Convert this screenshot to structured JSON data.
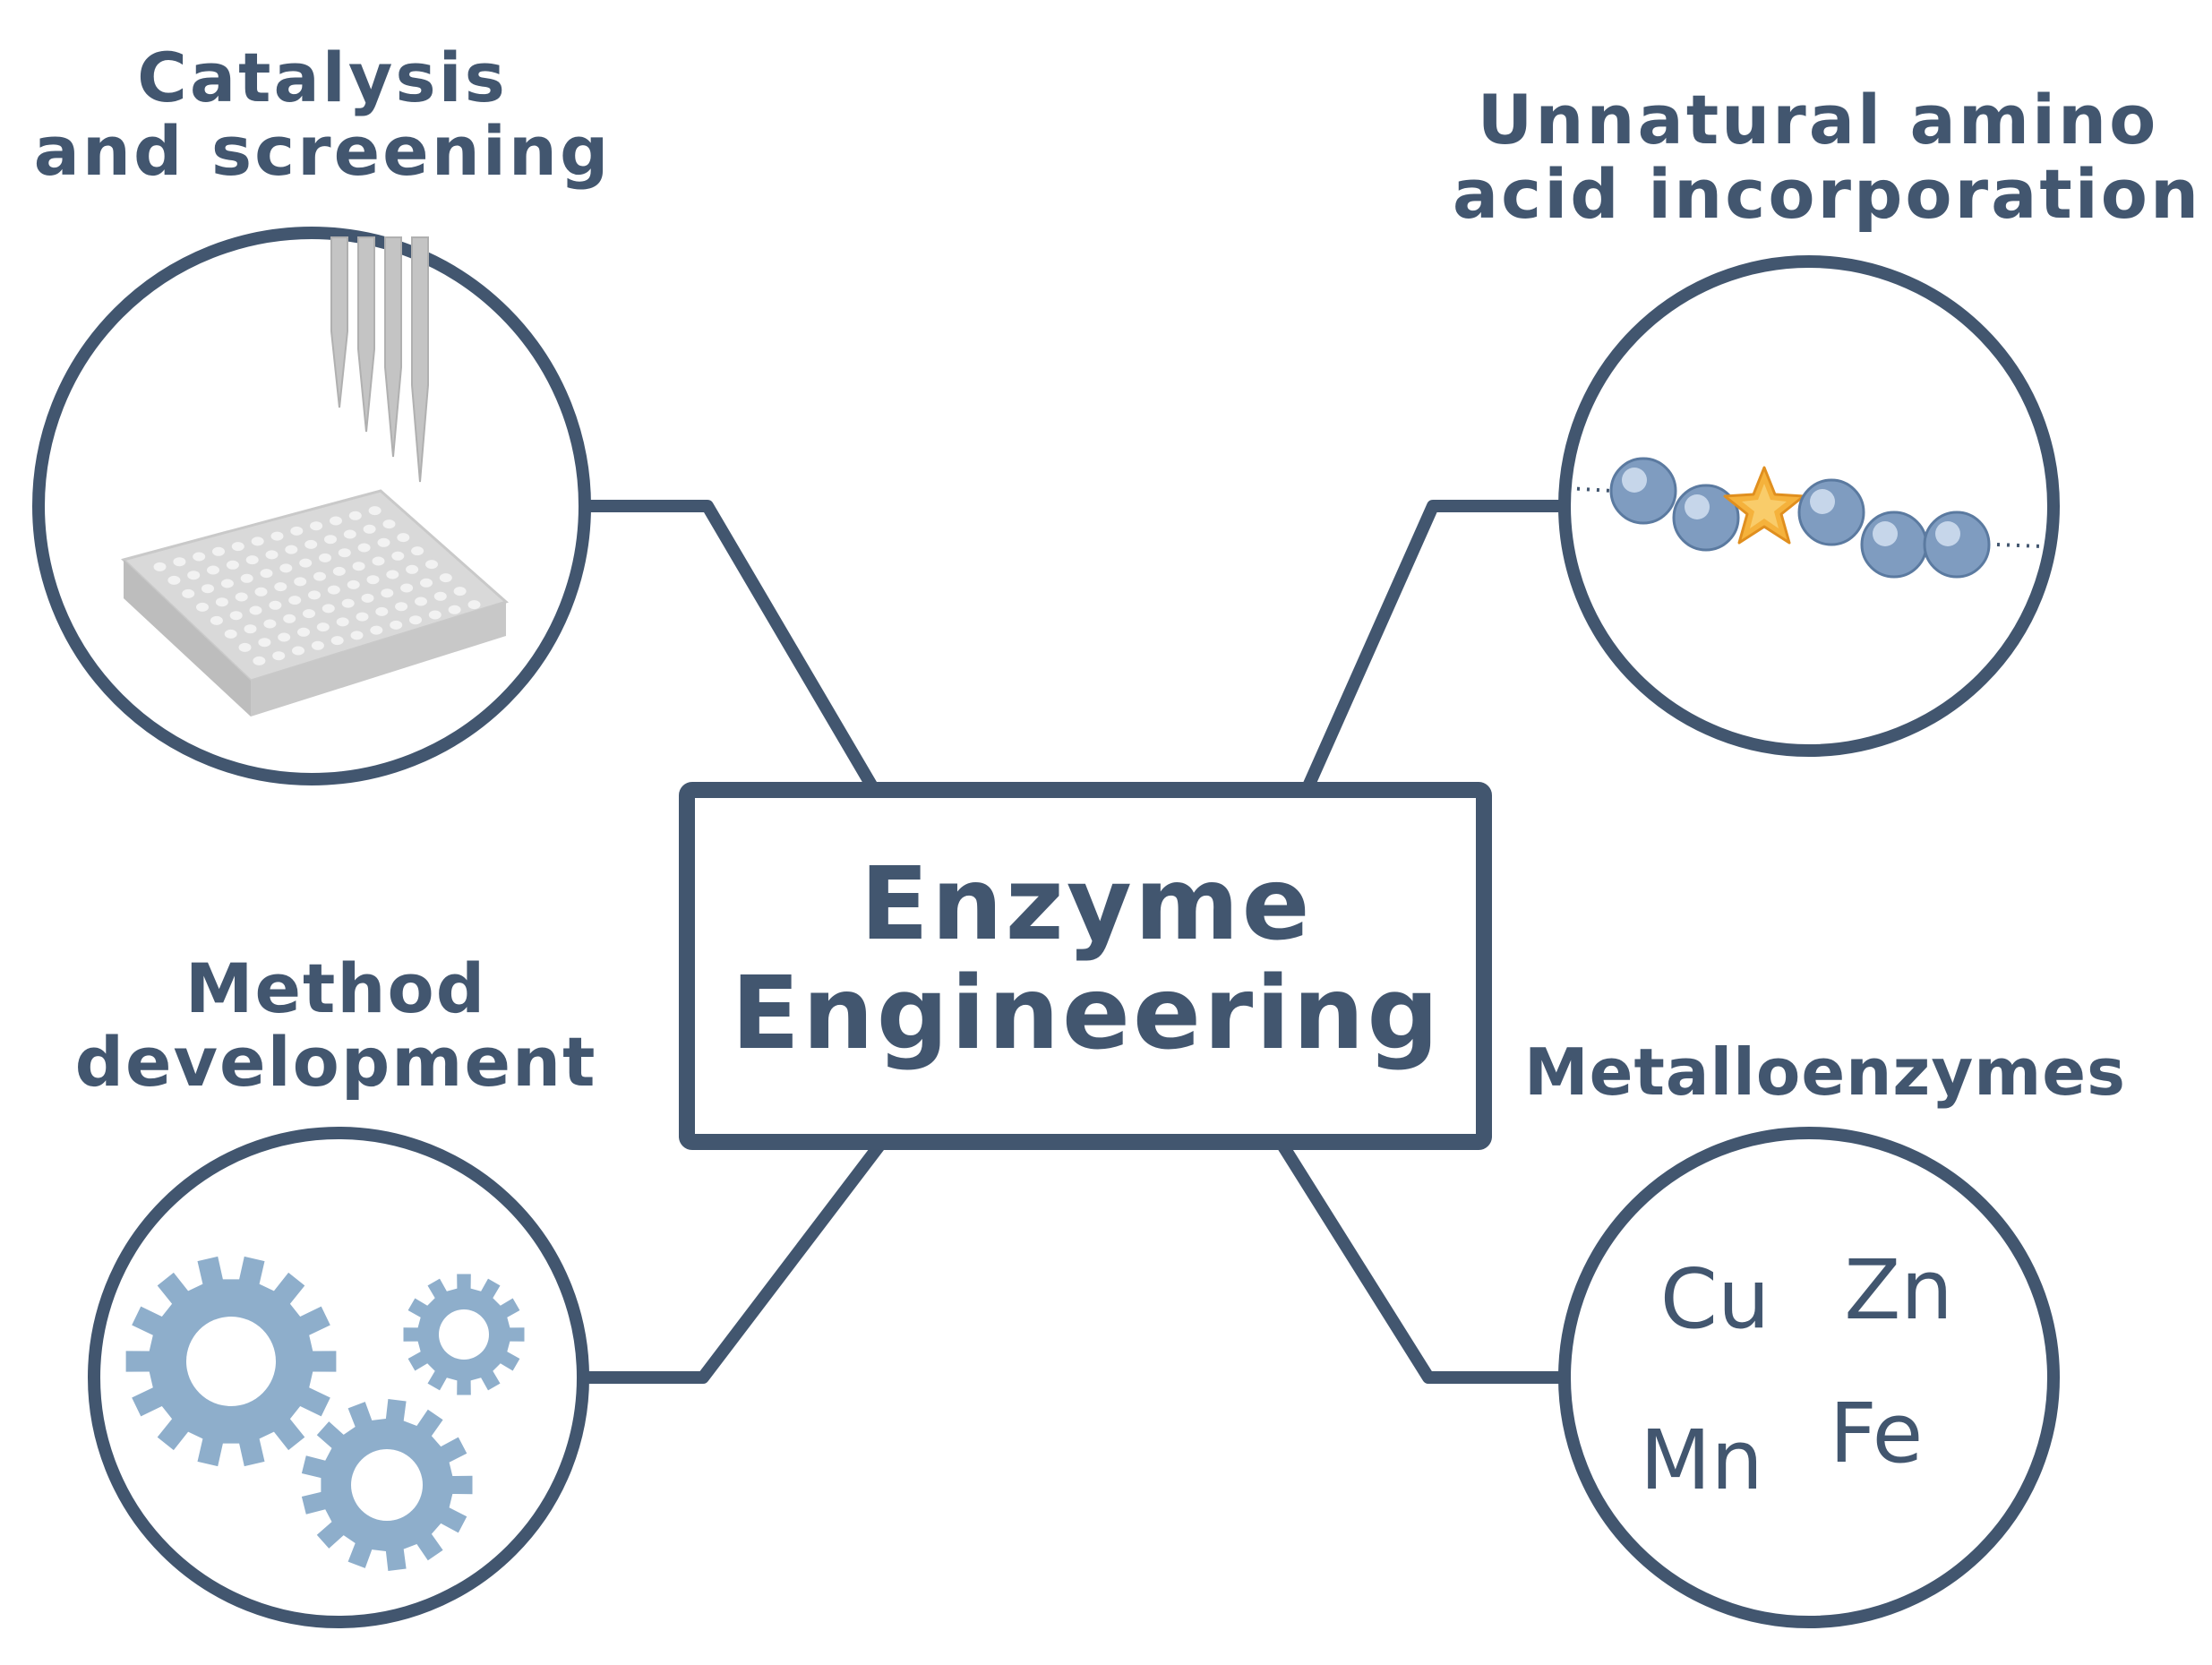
{
  "colors": {
    "line": "#42566f",
    "text": "#42566f",
    "gear": "#8eaecb",
    "plate": "#d9d9d9",
    "plate_side": "#bfbfbf",
    "tip": "#c4c4c4",
    "bead": "#7f9cc0",
    "star": "#f5b23c"
  },
  "center": {
    "line1": "Enzyme",
    "line2": "Engineering"
  },
  "branches": {
    "top_left": {
      "line1": "Catalysis",
      "line2": "and screening",
      "icon": "microplate-pipette-icon"
    },
    "top_right": {
      "line1": "Unnatural amino",
      "line2": "acid incorporation",
      "icon": "peptide-chain-star-icon"
    },
    "bottom_left": {
      "line1": "Method",
      "line2": "development",
      "icon": "gears-icon"
    },
    "bottom_right": {
      "line1": "Metalloenzymes",
      "icon": "metals-icon",
      "metals": [
        "Cu",
        "Zn",
        "Mn",
        "Fe"
      ]
    }
  }
}
